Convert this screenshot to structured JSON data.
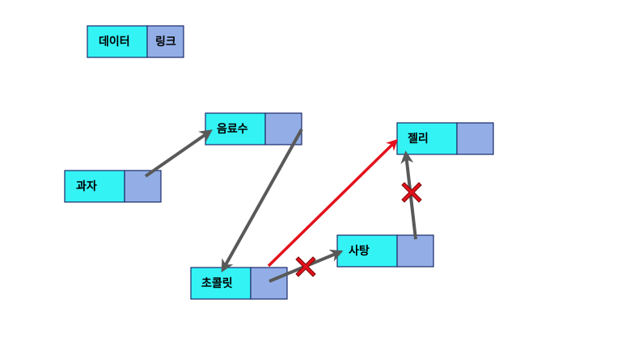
{
  "legend": {
    "data_label": "데이터",
    "link_label": "링크"
  },
  "nodes": {
    "gwaja": "과자",
    "eumryosu": "음료수",
    "chocolate": "초콜릿",
    "satang": "사탕",
    "jelly": "젤리"
  },
  "colors": {
    "data_field": "#33f3f5",
    "link_field": "#93aee6",
    "arrow": "#595959",
    "new_link_arrow": "#e3111b",
    "removed_mark": "#e3111b"
  },
  "links": [
    {
      "from": "gwaja",
      "to": "eumryosu",
      "kind": "normal"
    },
    {
      "from": "eumryosu",
      "to": "chocolate",
      "kind": "normal"
    },
    {
      "from": "chocolate",
      "to": "satang",
      "kind": "removed"
    },
    {
      "from": "satang",
      "to": "jelly",
      "kind": "removed"
    },
    {
      "from": "chocolate",
      "to": "jelly",
      "kind": "new"
    }
  ]
}
